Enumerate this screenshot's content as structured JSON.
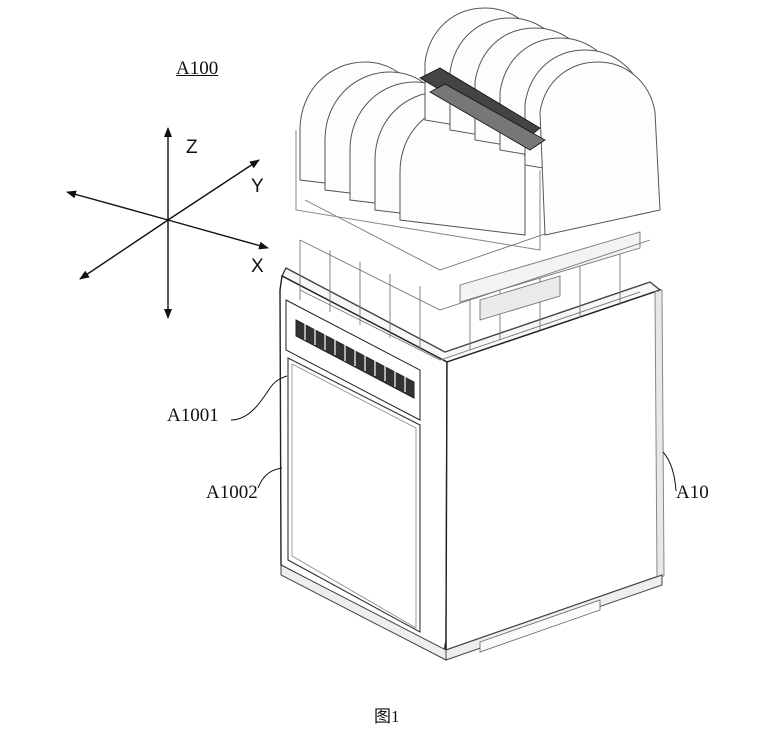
{
  "figure": {
    "assembly_label": "A100",
    "axes": {
      "z": "Z",
      "y": "Y",
      "x": "X"
    },
    "callouts": {
      "a1001": "A1001",
      "a1002": "A1002",
      "a10": "A10"
    },
    "caption": "图1"
  }
}
